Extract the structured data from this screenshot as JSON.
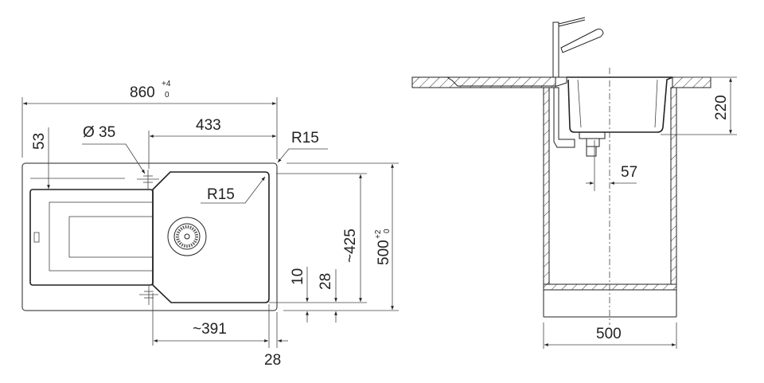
{
  "top_view": {
    "width_dim": "860",
    "width_tol_upper": "+4",
    "width_tol_lower": "0",
    "bowl_width_dim": "433",
    "tap_hole_dim": "Ø 35",
    "drainer_offset_dim": "53",
    "corner_radius_outer": "R15",
    "corner_radius_inner": "R15",
    "bowl_depth_dim": "~425",
    "depth_dim": "500",
    "depth_tol_upper": "+2",
    "depth_tol_lower": "0",
    "bottom_offset_dim": "10",
    "bottom_offset2_dim": "28",
    "bowl_length_dim": "~391",
    "side_offset_dim": "28"
  },
  "side_view": {
    "bowl_height_dim": "220",
    "drain_offset_dim": "57",
    "cabinet_width_dim": "500"
  }
}
